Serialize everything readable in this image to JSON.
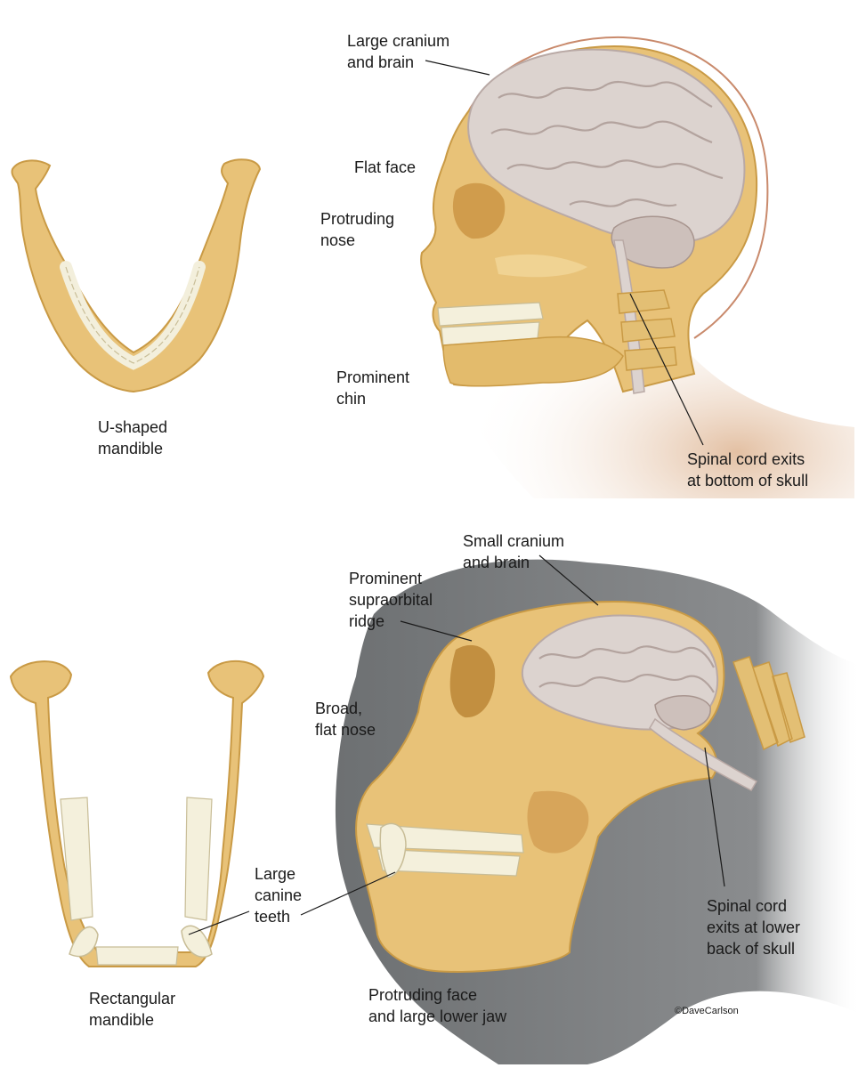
{
  "human": {
    "mandible_label": [
      "U-shaped",
      "mandible"
    ],
    "cranium_label": [
      "Large cranium",
      "and brain"
    ],
    "face_label": [
      "Flat face"
    ],
    "nose_label": [
      "Protruding",
      "nose"
    ],
    "chin_label": [
      "Prominent",
      "chin"
    ],
    "spine_label": [
      "Spinal cord exits",
      "at bottom of skull"
    ]
  },
  "ape": {
    "cranium_label": [
      "Small cranium",
      "and brain"
    ],
    "ridge_label": [
      "Prominent",
      "supraorbital",
      "ridge"
    ],
    "nose_label": [
      "Broad,",
      "flat nose"
    ],
    "canine_label": [
      "Large",
      "canine",
      "teeth"
    ],
    "spine_label": [
      "Spinal cord",
      "exits at lower",
      "back of skull"
    ],
    "face_label": [
      "Protruding face",
      "and large lower jaw"
    ],
    "mandible_label": [
      "Rectangular",
      "mandible"
    ]
  },
  "copyright": "©DaveCarlson",
  "colors": {
    "bone": "#e8c278",
    "bone_dark": "#c99a45",
    "bone_light": "#f6e2b0",
    "brain": "#dcd3cf",
    "brain_dark": "#b9a9a5",
    "teeth": "#f4f0dc",
    "silhouette": "#76787a",
    "skin": "#efd9c8"
  }
}
